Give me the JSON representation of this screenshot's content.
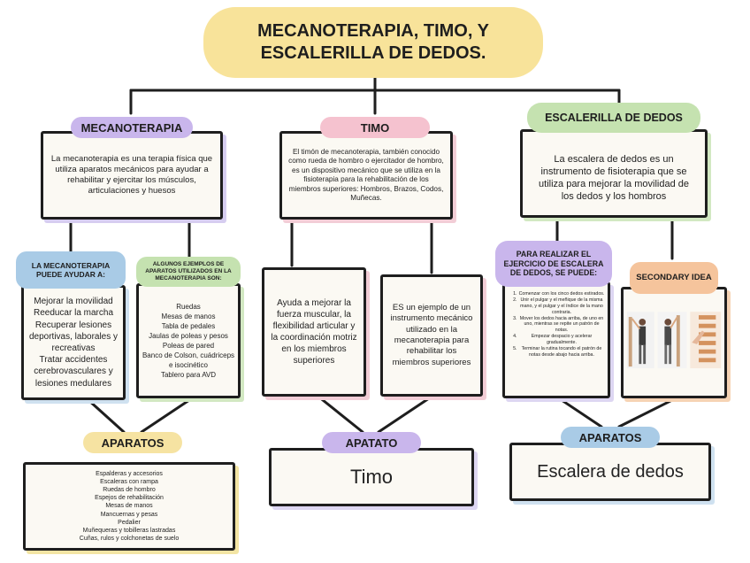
{
  "title": "MECANOTERAPIA, TIMO, Y ESCALERILLA DE DEDOS.",
  "sections": {
    "mecanoterapia": {
      "heading": "MECANOTERAPIA",
      "definition": "La mecanoterapia es una terapia física que utiliza aparatos mecánicos para ayudar a rehabilitar y ejercitar los músculos, articulaciones y huesos",
      "uses_heading": "LA MECANOTERAPIA PUEDE AYUDAR A:",
      "uses": [
        "Mejorar la movilidad",
        "Reeducar la marcha",
        "Recuperar lesiones deportivas, laborales y recreativas",
        "Tratar accidentes cerebrovasculares y lesiones medulares"
      ],
      "examples_heading": "ALGUNOS EJEMPLOS DE APARATOS UTILIZADOS EN LA MECANOTERAPIA SON:",
      "examples": [
        "Ruedas",
        "Mesas de manos",
        "Tabla de pedales",
        "Jaulas de poleas y pesos",
        "Poleas de pared",
        "Banco de Colson, cuádriceps e isocinético",
        "Tablero para AVD"
      ],
      "devices_heading": "APARATOS",
      "devices": [
        "Espalderas y accesorios",
        "Escaleras con rampa",
        "Ruedas de hombro",
        "Espejos de rehabilitación",
        "Mesas de manos",
        "Mancuernas y pesas",
        "Pedalier",
        "Muñequeras y tobilleras lastradas",
        "Cuñas, rulos y colchonetas de suelo"
      ]
    },
    "timo": {
      "heading": "TIMO",
      "definition": "El timón de mecanoterapia, también conocido como rueda de hombro o ejercitador de hombro, es un dispositivo mecánico que se utiliza en la fisioterapia para la rehabilitación de los miembros superiores: Hombros, Brazos, Codos, Muñecas.",
      "benefit": "Ayuda a mejorar la fuerza muscular, la flexibilidad articular y la coordinación motriz en los miembros superiores",
      "example": "ES un ejemplo de un instrumento mecánico utilizado en la mecanoterapia para rehabilitar los miembros superiores",
      "device_heading": "APATATO",
      "device": "Timo"
    },
    "escalerilla": {
      "heading": "ESCALERILLA DE DEDOS",
      "definition": "La escalera de dedos es un instrumento de fisioterapia que se utiliza para mejorar la movilidad de los dedos y los hombros",
      "steps_heading": "PARA REALIZAR EL EJERCICIO DE ESCALERA DE DEDOS, SE PUEDE:",
      "steps": [
        "Comenzar con los cinco dedos estirados.",
        "Unir el pulgar y el meñique de la misma mano, y el pulgar y el índice de la mano contraria.",
        "Mover los dedos hacia arriba, de uno en uno, mientras se repite un patrón de notas.",
        "Empezar despacio y acelerar gradualmente.",
        "Terminar la rutina tocando el patrón de notas desde abajo hacia arriba."
      ],
      "secondary_heading": "SECONDARY IDEA",
      "device_heading": "APARATOS",
      "device": "Escalera de dedos"
    }
  },
  "colors": {
    "title_bg": "#f8e39a",
    "purple": "#c9b6ec",
    "pink": "#f5c2cf",
    "green": "#c5e2b0",
    "blue": "#a9cbe6",
    "orange": "#f5c49c",
    "yellow": "#f6e3a2"
  }
}
